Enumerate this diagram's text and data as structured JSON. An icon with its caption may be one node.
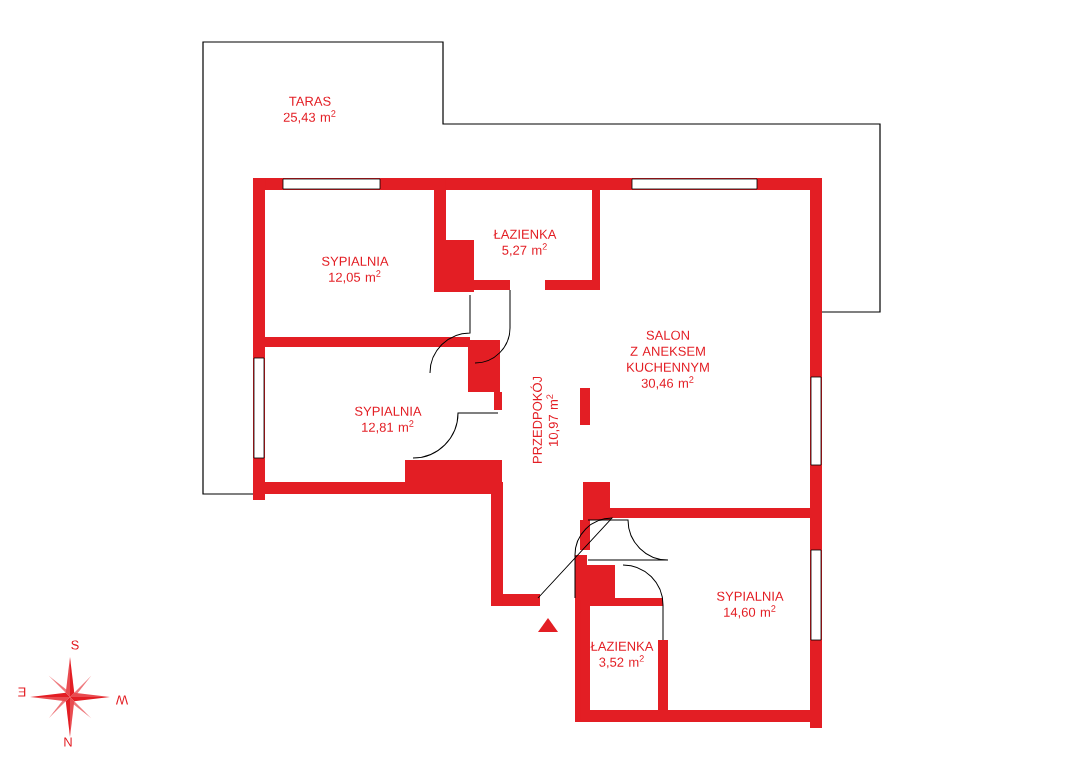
{
  "diagram": {
    "nodes": [
      {
        "text": [
          "TARAS",
          "25,43 m$^{2}$"
        ]
      },
      {
        "text": [
          "SYPIALNIA",
          "12,05 m$^{2}$"
        ]
      },
      {
        "text": [
          "ŁAZIENKA",
          "5,27 m$^{2}$"
        ]
      },
      {
        "text": [
          "SALON",
          "Z ANEKSEM KUCHENNYM",
          "30,46 m$^{2}$"
        ]
      },
      {
        "text": [
          "SYPIALNIA",
          "12,81 m$^{2}$"
        ]
      },
      {
        "text": [
          "PRZEDPOKÓJ",
          "10,97 m$^{2}$"
        ]
      },
      {
        "text": [
          "SYPIALNIA",
          "14,60 m$^{2}$"
        ]
      },
      {
        "text": [
          "ŁAZIENKA",
          "3,52 m$^{2}$"
        ]
      }
    ],
    "labels": [
      "S",
      "E",
      "W",
      "N"
    ]
  }
}
